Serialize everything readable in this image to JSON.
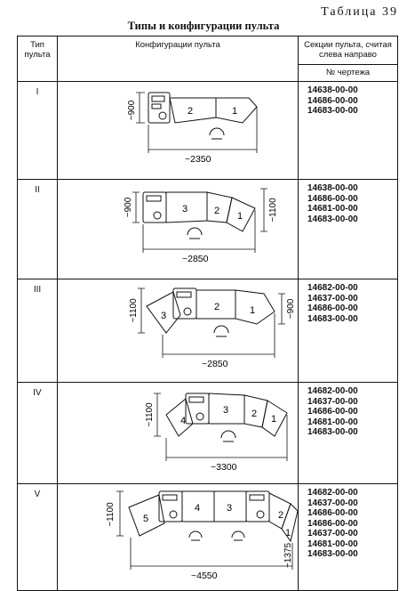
{
  "table_label": "Таблица 39",
  "caption": "Типы и конфигурации пульта",
  "headers": {
    "type": "Тип пульта",
    "config": "Конфигурации пульта",
    "sections": "Секции пульта, считая слева направо",
    "drawing": "№ чертежа"
  },
  "rows": [
    {
      "type": "I",
      "drawings": [
        "14638-00-00",
        "14686-00-00",
        "14683-00-00"
      ],
      "dims": {
        "width": "~2350",
        "left": "~900"
      },
      "labels": [
        "2",
        "1"
      ]
    },
    {
      "type": "II",
      "drawings": [
        "14638-00-00",
        "14686-00-00",
        "14681-00-00",
        "14683-00-00"
      ],
      "dims": {
        "width": "~2850",
        "left": "~900",
        "right": "~1100"
      },
      "labels": [
        "3",
        "2",
        "1"
      ]
    },
    {
      "type": "III",
      "drawings": [
        "14682-00-00",
        "14637-00-00",
        "14686-00-00",
        "14683-00-00"
      ],
      "dims": {
        "width": "~2850",
        "left": "~1100",
        "right": "~900"
      },
      "labels": [
        "3",
        "2",
        "1"
      ]
    },
    {
      "type": "IV",
      "drawings": [
        "14682-00-00",
        "14637-00-00",
        "14686-00-00",
        "14681-00-00",
        "14683-00-00"
      ],
      "dims": {
        "width": "~3300",
        "left": "~1100"
      },
      "labels": [
        "4",
        "3",
        "2",
        "1"
      ]
    },
    {
      "type": "V",
      "drawings": [
        "14682-00-00",
        "14637-00-00",
        "14686-00-00",
        "14686-00-00",
        "14637-00-00",
        "14681-00-00",
        "14683-00-00"
      ],
      "dims": {
        "width": "~4550",
        "left": "~1100",
        "right": "~1375"
      },
      "labels": [
        "5",
        "4",
        "3",
        "2",
        "1"
      ]
    }
  ]
}
